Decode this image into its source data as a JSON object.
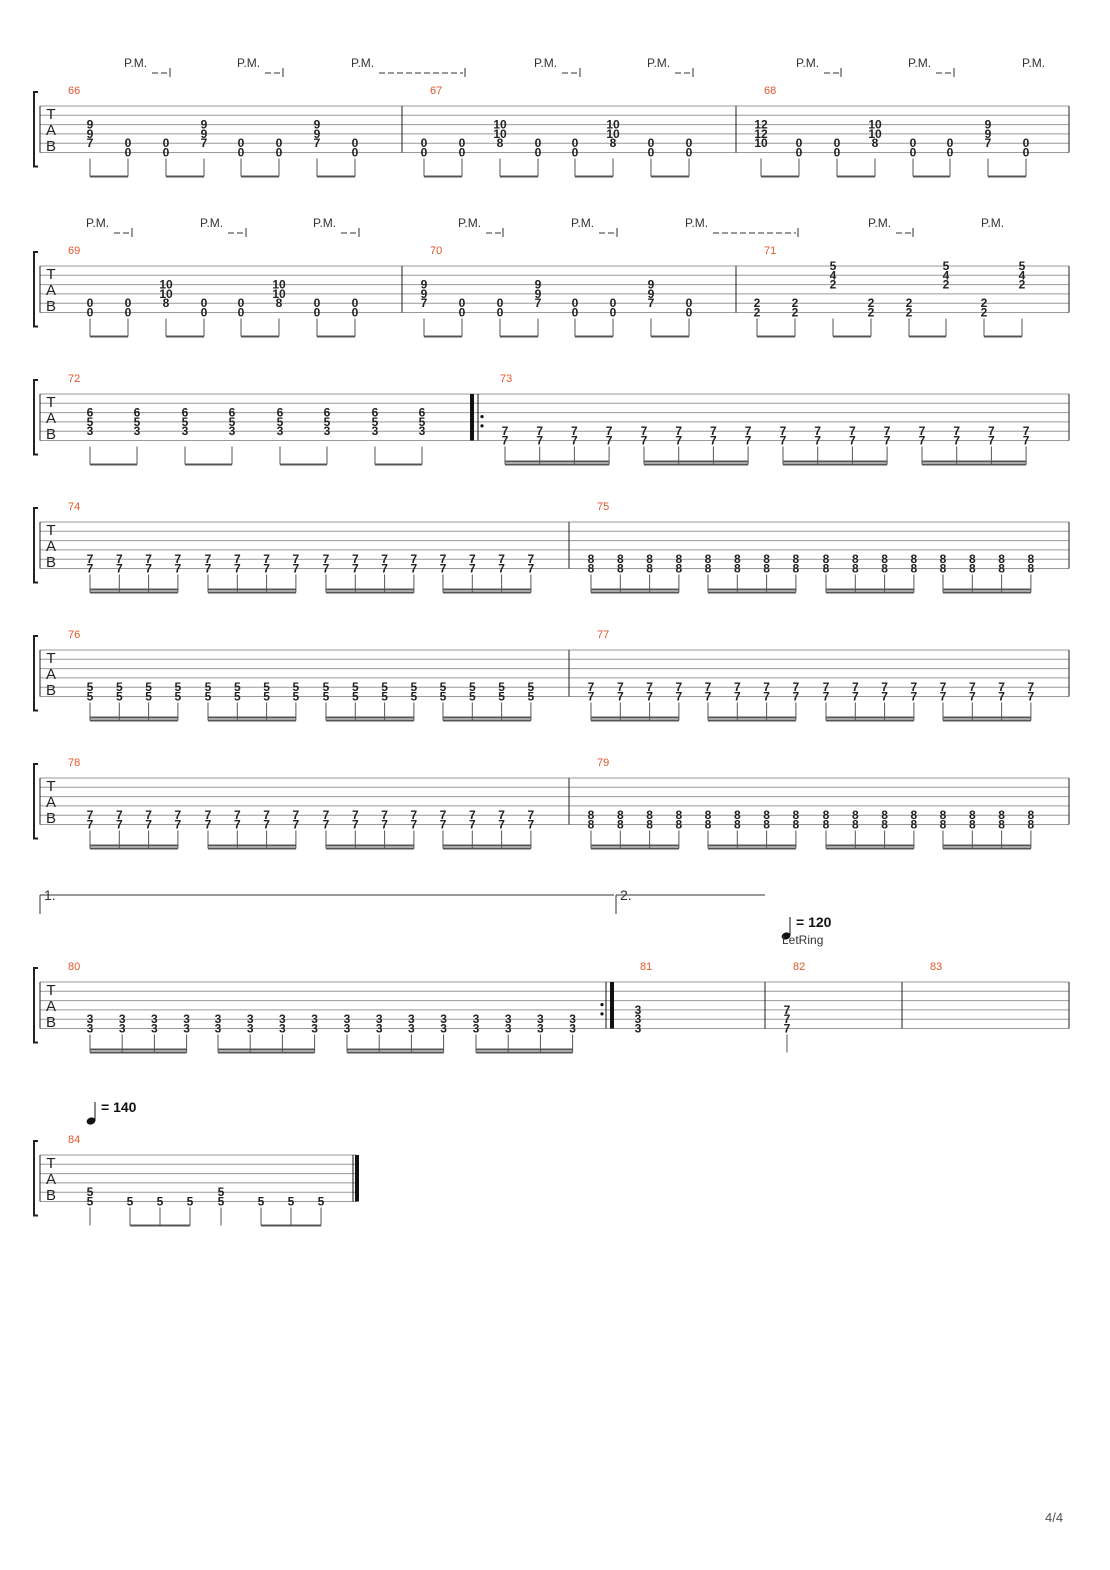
{
  "page": {
    "number": "4/4"
  },
  "labels": {
    "tab": [
      "T",
      "A",
      "B"
    ],
    "palm_mute": "P.M.",
    "let_ring": "LetRing",
    "tempo_prefix": "= ",
    "volta1": "1.",
    "volta2": "2."
  },
  "colors": {
    "measure_number": "#e2562a",
    "ink": "#222222",
    "staff_line": "#9a9a9a"
  },
  "systems": [
    {
      "measures": [
        {
          "number": "66",
          "beats": [
            [
              "9",
              "9",
              "7"
            ],
            [
              "0",
              "0"
            ],
            [
              "0",
              "0"
            ],
            [
              "9",
              "9",
              "7"
            ],
            [
              "0",
              "0"
            ],
            [
              "0",
              "0"
            ],
            [
              "9",
              "9",
              "7"
            ],
            [
              "0",
              "0"
            ]
          ]
        },
        {
          "number": "67",
          "beats": [
            [
              "0",
              "0"
            ],
            [
              "0",
              "0"
            ],
            [
              "10",
              "10",
              "8"
            ],
            [
              "0",
              "0"
            ],
            [
              "0",
              "0"
            ],
            [
              "10",
              "10",
              "8"
            ],
            [
              "0",
              "0"
            ],
            [
              "0",
              "0"
            ]
          ]
        },
        {
          "number": "68",
          "beats": [
            [
              "12",
              "12",
              "10"
            ],
            [
              "0",
              "0"
            ],
            [
              "0",
              "0"
            ],
            [
              "10",
              "10",
              "8"
            ],
            [
              "0",
              "0"
            ],
            [
              "0",
              "0"
            ],
            [
              "9",
              "9",
              "7"
            ],
            [
              "0",
              "0"
            ]
          ]
        }
      ]
    },
    {
      "measures": [
        {
          "number": "69",
          "beats": [
            [
              "0",
              "0"
            ],
            [
              "0",
              "0"
            ],
            [
              "10",
              "10",
              "8"
            ],
            [
              "0",
              "0"
            ],
            [
              "0",
              "0"
            ],
            [
              "10",
              "10",
              "8"
            ],
            [
              "0",
              "0"
            ],
            [
              "0",
              "0"
            ]
          ]
        },
        {
          "number": "70",
          "beats": [
            [
              "9",
              "9",
              "7"
            ],
            [
              "0",
              "0"
            ],
            [
              "0",
              "0"
            ],
            [
              "9",
              "9",
              "7"
            ],
            [
              "0",
              "0"
            ],
            [
              "0",
              "0"
            ],
            [
              "9",
              "9",
              "7"
            ],
            [
              "0",
              "0"
            ]
          ]
        },
        {
          "number": "71",
          "beats": [
            [
              "2",
              "2"
            ],
            [
              "2",
              "2"
            ],
            [
              "5",
              "4",
              "2"
            ],
            [
              "2",
              "2"
            ],
            [
              "2",
              "2"
            ],
            [
              "5",
              "4",
              "2"
            ],
            [
              "2",
              "2"
            ],
            [
              "5",
              "4",
              "2"
            ]
          ]
        }
      ]
    },
    {
      "measures": [
        {
          "number": "72",
          "beats": [
            [
              "6",
              "5",
              "3"
            ],
            [
              "6",
              "5",
              "3"
            ],
            [
              "6",
              "5",
              "3"
            ],
            [
              "6",
              "5",
              "3"
            ],
            [
              "6",
              "5",
              "3"
            ],
            [
              "6",
              "5",
              "3"
            ],
            [
              "6",
              "5",
              "3"
            ],
            [
              "6",
              "5",
              "3"
            ]
          ]
        },
        {
          "number": "73",
          "repeat_start": true,
          "beats_count": 16,
          "notes": [
            "7",
            "7"
          ]
        }
      ]
    },
    {
      "measures": [
        {
          "number": "74",
          "beats_count": 16,
          "notes": [
            "7",
            "7"
          ]
        },
        {
          "number": "75",
          "beats_count": 16,
          "notes": [
            "8",
            "8"
          ]
        }
      ]
    },
    {
      "measures": [
        {
          "number": "76",
          "beats_count": 16,
          "notes": [
            "5",
            "5"
          ]
        },
        {
          "number": "77",
          "beats_count": 16,
          "notes": [
            "7",
            "7"
          ]
        }
      ]
    },
    {
      "measures": [
        {
          "number": "78",
          "beats_count": 16,
          "notes": [
            "7",
            "7"
          ]
        },
        {
          "number": "79",
          "beats_count": 16,
          "notes": [
            "8",
            "8"
          ]
        }
      ]
    },
    {
      "measures": [
        {
          "number": "80",
          "beats_count": 16,
          "notes": [
            "3",
            "3"
          ],
          "volta": "1.",
          "repeat_end": true
        },
        {
          "number": "81",
          "volta": "2.",
          "chord": [
            "3",
            "3",
            "3"
          ]
        },
        {
          "number": "82",
          "chord": [
            "7",
            "7",
            "7"
          ],
          "tempo": "120",
          "let_ring": true
        },
        {
          "number": "83"
        }
      ]
    },
    {
      "measures": [
        {
          "number": "84",
          "tempo": "140",
          "beats": [
            [
              "5",
              "5"
            ],
            [
              "5"
            ],
            [
              "5"
            ],
            [
              "5"
            ],
            [
              "5",
              "5"
            ],
            [
              "5"
            ],
            [
              "5"
            ],
            [
              "5"
            ]
          ],
          "final_bar": true
        }
      ]
    }
  ]
}
